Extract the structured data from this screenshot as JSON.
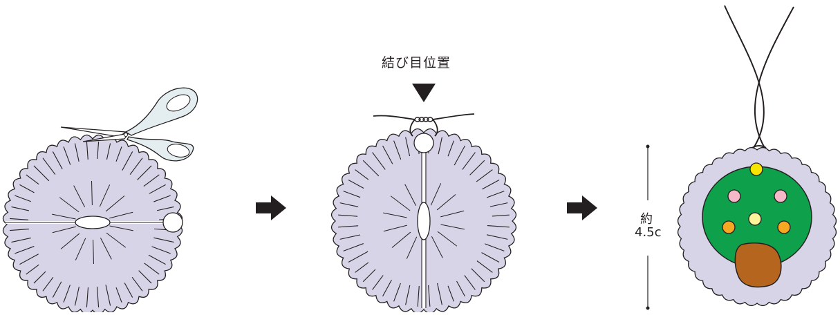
{
  "steps": [
    {
      "name": "cut",
      "tool": "scissors-icon"
    },
    {
      "name": "tie"
    },
    {
      "name": "finished"
    }
  ],
  "knot_label": "結び目位置",
  "size_label": {
    "prefix": "約",
    "value": "4.5c"
  },
  "colors": {
    "pompom": "#d8d4e8",
    "outline": "#231f20",
    "tree_leaves": "#0ea04b",
    "trunk": "#b5651d",
    "dot_yellow": "#f7e400",
    "dot_pink": "#f4b8c8",
    "dot_orange": "#f7a823",
    "dot_light_yellow": "#fbf49b",
    "scissors_handle_fill": "#e4eef1"
  },
  "icons": [
    "scissors-icon",
    "arrow-right-icon",
    "down-triangle-icon",
    "string-loop-icon"
  ]
}
